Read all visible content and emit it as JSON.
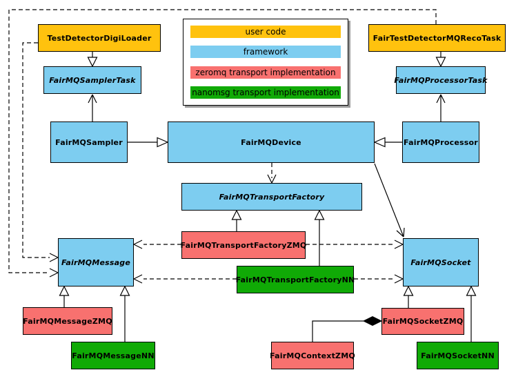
{
  "colors": {
    "user_code": "#FFC20E",
    "framework": "#7DCDF0",
    "zeromq": "#F8716F",
    "nanomsg": "#10AA06",
    "border": "#000000",
    "background": "#FFFFFF"
  },
  "legend": {
    "items": [
      {
        "label": "user code",
        "category": "user_code"
      },
      {
        "label": "framework",
        "category": "framework"
      },
      {
        "label": "zeromq transport implementation",
        "category": "zeromq"
      },
      {
        "label": "nanomsg transport implementation",
        "category": "nanomsg"
      }
    ]
  },
  "nodes": {
    "testDetectorDigiLoader": {
      "label": "TestDetectorDigiLoader",
      "category": "user_code",
      "abstract": false
    },
    "fairTestDetectorMQRecoTask": {
      "label": "FairTestDetectorMQRecoTask",
      "category": "user_code",
      "abstract": false
    },
    "fairMQSamplerTask": {
      "label": "FairMQSamplerTask",
      "category": "framework",
      "abstract": true
    },
    "fairMQProcessorTask": {
      "label": "FairMQProcessorTask",
      "category": "framework",
      "abstract": true
    },
    "fairMQSampler": {
      "label": "FairMQSampler",
      "category": "framework",
      "abstract": false
    },
    "fairMQDevice": {
      "label": "FairMQDevice",
      "category": "framework",
      "abstract": false
    },
    "fairMQProcessor": {
      "label": "FairMQProcessor",
      "category": "framework",
      "abstract": false
    },
    "fairMQTransportFactory": {
      "label": "FairMQTransportFactory",
      "category": "framework",
      "abstract": true
    },
    "fairMQTransportFactoryZMQ": {
      "label": "FairMQTransportFactoryZMQ",
      "category": "zeromq",
      "abstract": false
    },
    "fairMQTransportFactoryNN": {
      "label": "FairMQTransportFactoryNN",
      "category": "nanomsg",
      "abstract": false
    },
    "fairMQMessage": {
      "label": "FairMQMessage",
      "category": "framework",
      "abstract": true
    },
    "fairMQSocket": {
      "label": "FairMQSocket",
      "category": "framework",
      "abstract": true
    },
    "fairMQMessageZMQ": {
      "label": "FairMQMessageZMQ",
      "category": "zeromq",
      "abstract": false
    },
    "fairMQMessageNN": {
      "label": "FairMQMessageNN",
      "category": "nanomsg",
      "abstract": false
    },
    "fairMQSocketZMQ": {
      "label": "FairMQSocketZMQ",
      "category": "zeromq",
      "abstract": false
    },
    "fairMQContextZMQ": {
      "label": "FairMQContextZMQ",
      "category": "zeromq",
      "abstract": false
    },
    "fairMQSocketNN": {
      "label": "FairMQSocketNN",
      "category": "nanomsg",
      "abstract": false
    }
  },
  "relationships": [
    {
      "from": "TestDetectorDigiLoader",
      "to": "FairMQSamplerTask",
      "type": "inheritance"
    },
    {
      "from": "FairTestDetectorMQRecoTask",
      "to": "FairMQProcessorTask",
      "type": "inheritance"
    },
    {
      "from": "FairMQSampler",
      "to": "FairMQSamplerTask",
      "type": "association"
    },
    {
      "from": "FairMQProcessor",
      "to": "FairMQProcessorTask",
      "type": "association"
    },
    {
      "from": "FairMQSampler",
      "to": "FairMQDevice",
      "type": "inheritance"
    },
    {
      "from": "FairMQProcessor",
      "to": "FairMQDevice",
      "type": "inheritance"
    },
    {
      "from": "FairMQDevice",
      "to": "FairMQTransportFactory",
      "type": "dependency"
    },
    {
      "from": "FairMQDevice",
      "to": "FairMQSocket",
      "type": "association"
    },
    {
      "from": "FairMQTransportFactoryZMQ",
      "to": "FairMQTransportFactory",
      "type": "inheritance"
    },
    {
      "from": "FairMQTransportFactoryNN",
      "to": "FairMQTransportFactory",
      "type": "inheritance"
    },
    {
      "from": "FairMQTransportFactoryZMQ",
      "to": "FairMQMessage",
      "type": "dependency"
    },
    {
      "from": "FairMQTransportFactoryZMQ",
      "to": "FairMQSocket",
      "type": "dependency"
    },
    {
      "from": "FairMQTransportFactoryNN",
      "to": "FairMQMessage",
      "type": "dependency"
    },
    {
      "from": "FairMQTransportFactoryNN",
      "to": "FairMQSocket",
      "type": "dependency"
    },
    {
      "from": "TestDetectorDigiLoader",
      "to": "FairMQMessage",
      "type": "dependency"
    },
    {
      "from": "FairTestDetectorMQRecoTask",
      "to": "FairMQMessage",
      "type": "dependency"
    },
    {
      "from": "FairMQMessageZMQ",
      "to": "FairMQMessage",
      "type": "inheritance"
    },
    {
      "from": "FairMQMessageNN",
      "to": "FairMQMessage",
      "type": "inheritance"
    },
    {
      "from": "FairMQSocketZMQ",
      "to": "FairMQSocket",
      "type": "inheritance"
    },
    {
      "from": "FairMQSocketNN",
      "to": "FairMQSocket",
      "type": "inheritance"
    },
    {
      "from": "FairMQSocketZMQ",
      "to": "FairMQContextZMQ",
      "type": "composition"
    }
  ]
}
